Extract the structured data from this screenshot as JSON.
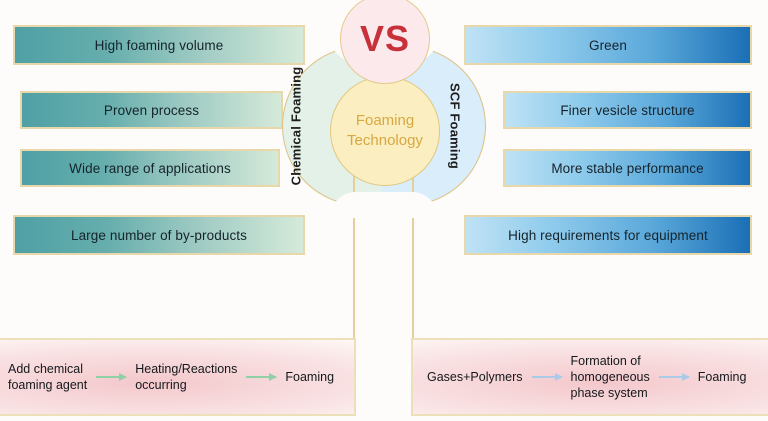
{
  "center": {
    "vs_label": "VS",
    "core_line1": "Foaming",
    "core_line2": "Technology",
    "left_petal_label": "Chemical Foaming",
    "right_petal_label": "SCF Foaming"
  },
  "left_features": [
    {
      "label": "High foaming volume"
    },
    {
      "label": "Proven process"
    },
    {
      "label": "Wide range of applications"
    },
    {
      "label": "Large number of by-products"
    }
  ],
  "right_features": [
    {
      "label": "Green"
    },
    {
      "label": "Finer vesicle structure"
    },
    {
      "label": "More stable performance"
    },
    {
      "label": "High requirements for equipment"
    }
  ],
  "left_process": {
    "steps": [
      "Add chemical\nfoaming agent",
      "Heating/Reactions\noccurring",
      "Foaming"
    ],
    "arrow_color": "#8fd0a6"
  },
  "right_process": {
    "steps": [
      "Gases+Polymers",
      "Formation of\nhomogeneous\nphase system",
      "Foaming"
    ],
    "arrow_color": "#a9cbe8"
  },
  "colors": {
    "background": "#fdfcfa",
    "gold_border": "#e3c77f",
    "vs_red": "#c8303a",
    "core_fill": "#fbeec0",
    "core_text": "#d8a840",
    "left_box_dark": "#4fa0a5",
    "left_box_light": "#d5ead9",
    "right_box_light": "#bfe2f5",
    "right_box_dark": "#1b6fb5",
    "left_petal_fill": "#e3f1e8",
    "right_petal_fill": "#d9edfa",
    "band_pink": "#f3c5c9"
  }
}
